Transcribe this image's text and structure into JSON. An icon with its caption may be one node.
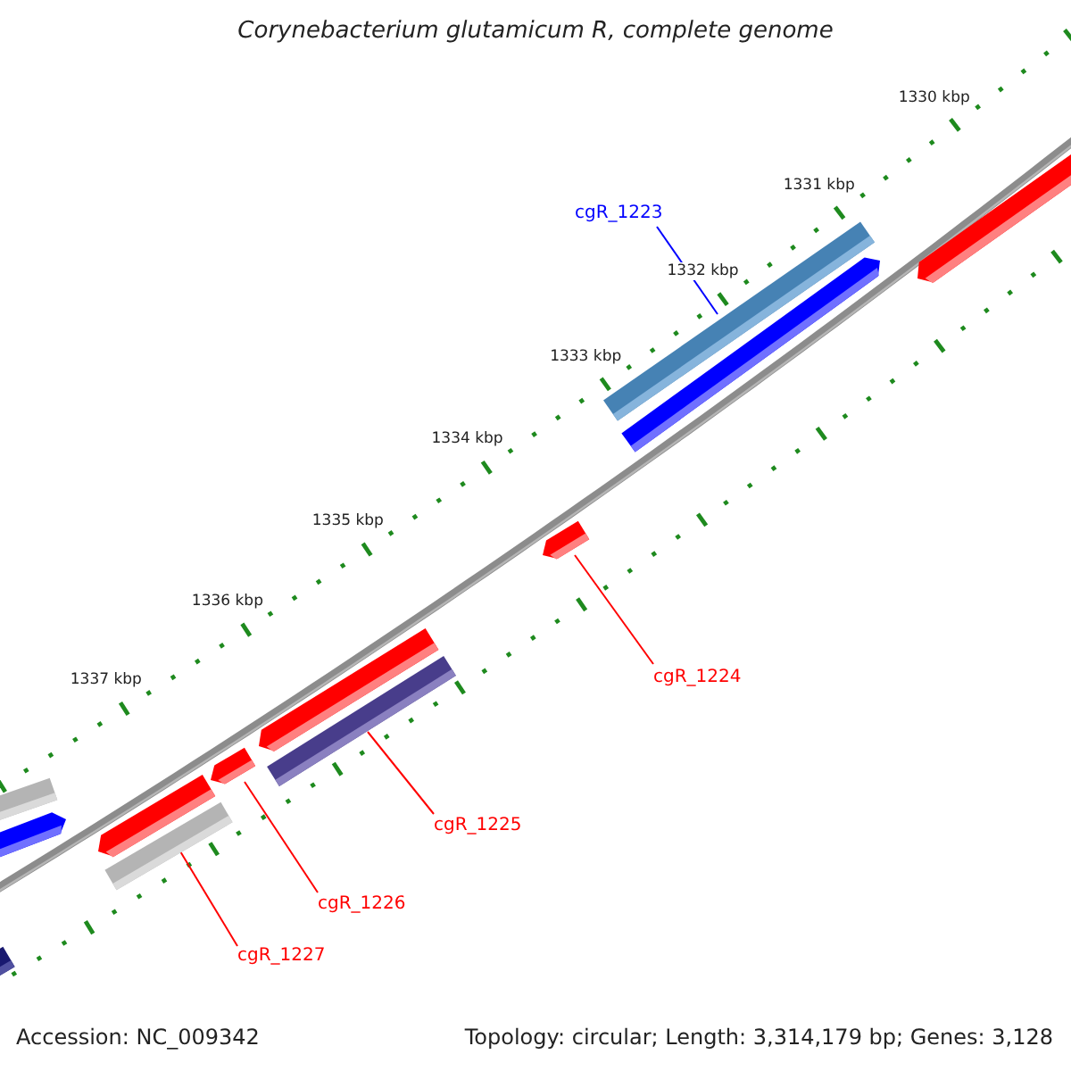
{
  "diagram": {
    "title": "Corynebacterium glutamicum R, complete genome",
    "nodes": [
      {
        "text": [
          "cgR_1223"
        ]
      },
      {
        "text": [],
        "shape": "bar"
      },
      {
        "text": [
          "cgR_1224"
        ]
      },
      {
        "text": [],
        "shape": "bar"
      },
      {
        "text": [
          "cgR_1225"
        ]
      },
      {
        "text": [],
        "shape": "bar"
      },
      {
        "text": [
          "cgR_1226"
        ]
      },
      {
        "text": [],
        "shape": "bar"
      },
      {
        "text": [
          "cgR_1227"
        ]
      },
      {
        "text": [],
        "shape": "bar"
      }
    ],
    "edges": [
      {
        "from": 0,
        "to": 1,
        "arrow": "none",
        "color": "#0000ff"
      },
      {
        "from": 2,
        "to": 3,
        "arrow": "none"
      },
      {
        "from": 4,
        "to": 5,
        "arrow": "none"
      },
      {
        "from": 6,
        "to": 7,
        "arrow": "none"
      },
      {
        "from": 8,
        "to": 9,
        "arrow": "none"
      }
    ],
    "labels": [
      "1330 kbp",
      "1331 kbp",
      "1332 kbp",
      "1333 kbp",
      "1334 kbp",
      "1335 kbp",
      "1336 kbp",
      "1337 kbp",
      "Accession: NC_009342",
      "Topology: circular; Length: 3,314,179 bp; Genes: 3,128"
    ]
  }
}
